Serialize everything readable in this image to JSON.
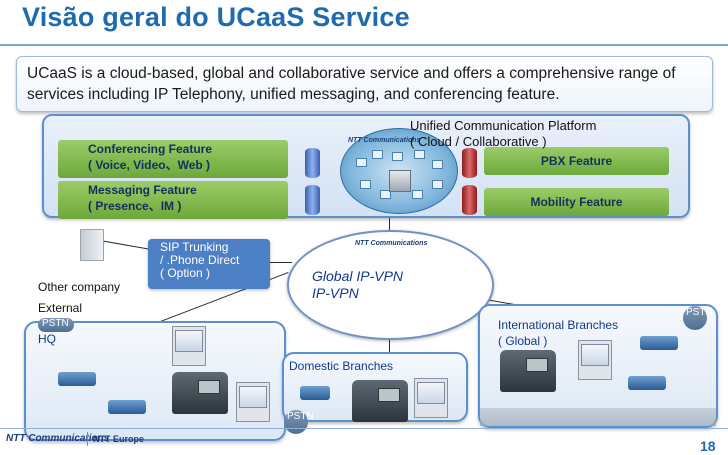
{
  "slide": {
    "title": "Visão geral do UCaaS Service",
    "intro_line1": "UCaaS is a cloud-based, global and collaborative service and offers a comprehensive range of",
    "intro_line2": "services including IP Telephony, unified messaging, and conferencing feature.",
    "page_number": "18"
  },
  "platform": {
    "label_line1": "Unified Communication Platform",
    "label_line2": "( Cloud / Collaborative )",
    "conferencing_title": "Conferencing Feature",
    "conferencing_sub": "( Voice, Video、Web )",
    "messaging_title": "Messaging Feature",
    "messaging_sub": "( Presence、IM )",
    "pbx": "PBX Feature",
    "mobility": "Mobility Feature",
    "hub_logo": "NTT Communications"
  },
  "network": {
    "sip_line1": "SIP Trunking",
    "sip_line2": "/ .Phone Direct",
    "sip_line3": "( Option )",
    "vpn_logo": "NTT Communications",
    "vpn_line1": "Global IP-VPN",
    "vpn_line2": "IP-VPN",
    "other_company": "Other company",
    "external": "External",
    "pstn_left": "PSTN",
    "pstn_right": "PSTN",
    "pstn_mid": "PSTN"
  },
  "regions": {
    "hq": "HQ",
    "domestic": "Domestic Branches",
    "international_line1": "International Branches",
    "international_line2": "( Global )"
  },
  "footer": {
    "logo": "NTT Communications",
    "europe": "NTT Europe"
  },
  "colors": {
    "title": "#1f6bb0",
    "feature_green": "#7cb342",
    "sip_blue": "#4d7fc4",
    "region_border": "#5a8fd0"
  }
}
